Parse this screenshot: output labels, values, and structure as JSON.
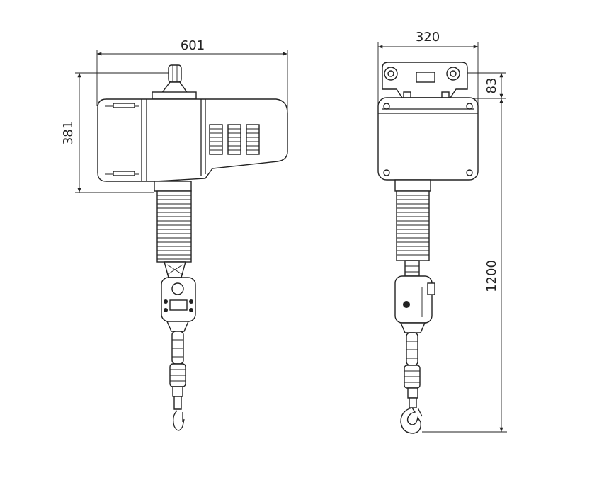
{
  "dimensions": {
    "side_width": "601",
    "side_height": "381",
    "front_width": "320",
    "trolley_height": "83",
    "total_height": "1200"
  },
  "colors": {
    "line": "#222222",
    "background": "#ffffff"
  },
  "views": [
    "side-view",
    "front-view"
  ]
}
